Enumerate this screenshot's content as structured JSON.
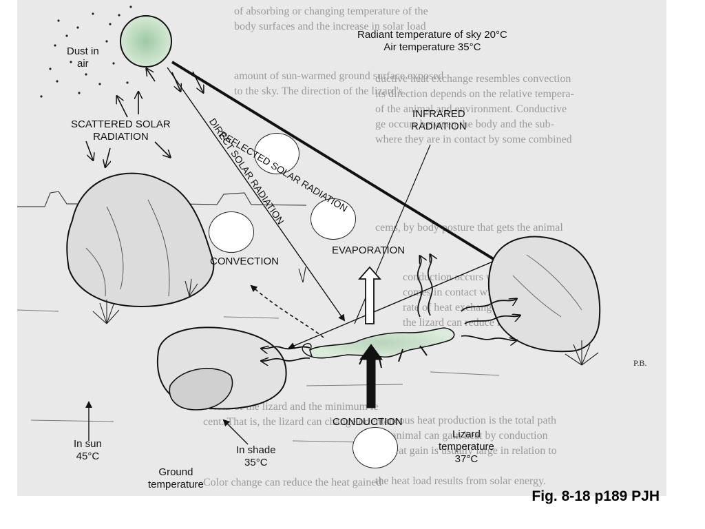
{
  "figure": {
    "caption": "Fig. 8-18 p189 PJH",
    "initials": "P.B.",
    "labels": {
      "dust": "Dust in\nair",
      "scattered": "SCATTERED SOLAR\nRADIATION",
      "reflected": "REFLECTED SOLAR RADIATION",
      "direct": "DIRECT SOLAR RADIATION",
      "sky_temp": "Radiant temperature of sky 20°C\nAir temperature 35°C",
      "infrared": "INFRARED\nRADIATION",
      "convection": "CONVECTION",
      "evaporation": "EVAPORATION",
      "conduction": "CONDUCTION",
      "in_sun": "In sun\n45°C",
      "in_shade": "In shade\n35°C",
      "ground": "Ground\ntemperature",
      "lizard": "Lizard\ntemperature\n37°C"
    }
  }
}
